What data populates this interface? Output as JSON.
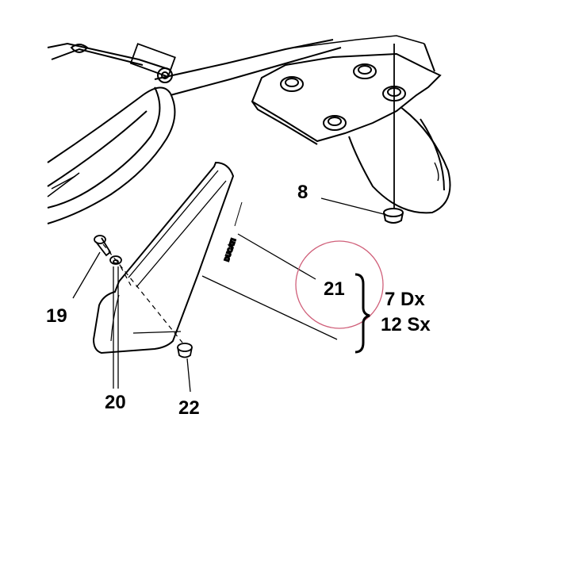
{
  "callouts": {
    "part_8": "8",
    "part_19": "19",
    "part_20": "20",
    "part_21": "21",
    "part_22": "22",
    "variant_right": "7 Dx",
    "variant_left": "12 Sx"
  },
  "decal_text": "DUCATI",
  "highlight_color": "#d0607a"
}
